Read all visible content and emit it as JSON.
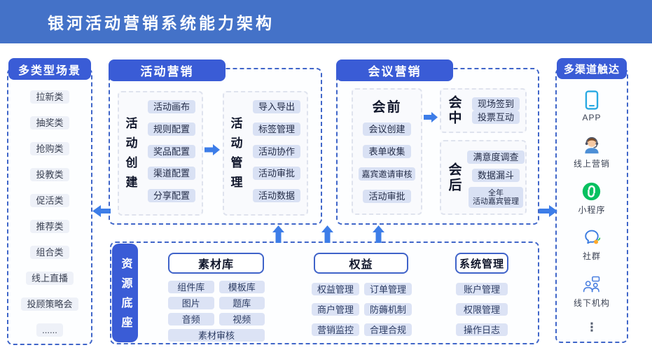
{
  "header": {
    "title": "银河活动营销系统能力架构"
  },
  "left_panel": {
    "title": "多类型场景",
    "items": [
      "拉新类",
      "抽奖类",
      "抢购类",
      "投教类",
      "促活类",
      "推荐类",
      "组合类",
      "线上直播",
      "投顾策略会",
      "......"
    ]
  },
  "activity": {
    "title": "活动营销",
    "creation_label": "活动创建",
    "creation_items": [
      "活动画布",
      "规则配置",
      "奖品配置",
      "渠道配置",
      "分享配置"
    ],
    "management_label": "活动管理",
    "management_items": [
      "导入导出",
      "标签管理",
      "活动协作",
      "活动审批",
      "活动数据"
    ]
  },
  "meeting": {
    "title": "会议营销",
    "pre_label": "会前",
    "pre_items": [
      "会议创建",
      "表单收集",
      "嘉宾邀请审核",
      "活动审批"
    ],
    "mid_label": "会中",
    "mid_items": [
      "现场签到",
      "投票互动"
    ],
    "post_label": "会后",
    "post_items": [
      "满意度调查",
      "数据漏斗"
    ],
    "post_multiline": {
      "line1": "全年",
      "line2": "活动嘉宾管理"
    }
  },
  "right_panel": {
    "title": "多渠道触达",
    "items": [
      {
        "icon": "app-icon",
        "label": "APP"
      },
      {
        "icon": "online-marketing-agent-icon",
        "label": "线上营销"
      },
      {
        "icon": "miniprogram-icon",
        "label": "小程序"
      },
      {
        "icon": "community-chat-icon",
        "label": "社群"
      },
      {
        "icon": "offline-org-icon",
        "label": "线下机构"
      },
      {
        "icon": "more-ellipsis",
        "label": "⋮"
      }
    ]
  },
  "resource": {
    "label": "资源底座",
    "material_title": "素材库",
    "material_rows": [
      [
        "组件库",
        "模板库"
      ],
      [
        "图片",
        "题库"
      ],
      [
        "音频",
        "视频"
      ]
    ],
    "material_full": "素材审核",
    "rights_title": "权益",
    "rights_rows": [
      [
        "权益管理",
        "订单管理"
      ],
      [
        "商户管理",
        "防薅机制"
      ],
      [
        "营销监控",
        "合理合规"
      ]
    ],
    "system_title": "系统管理",
    "system_items": [
      "账户管理",
      "权限管理",
      "操作日志"
    ]
  },
  "colors": {
    "header_bg": "#4472C8",
    "section_pill_bg": "#3A5CD6",
    "arrow_blue": "#3D7DE8",
    "dashed_border": "#4066C9",
    "chip_bg": "#D9E1F4",
    "chip_bg_light": "#EEF1F8",
    "chip_bg_bottom": "#DCE3F5",
    "miniprogram_green": "#07C160",
    "phone_cyan": "#29A9E2"
  }
}
